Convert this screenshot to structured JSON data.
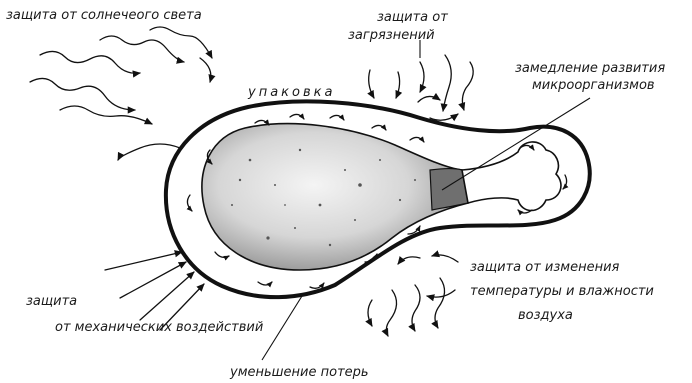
{
  "labels": {
    "sun": "защита от солнечеого света",
    "dirt": "защита от",
    "dirt2": "загрязнений",
    "micro": "замедление развития",
    "micro2": "микроорганизмов",
    "pack": "упаковка",
    "mech": "защита",
    "mech2": "от механических воздействий",
    "loss": "уменьшение потерь",
    "temp": "защита от изменения",
    "temp2": "температуры и влажности",
    "temp3": "воздуха"
  },
  "colors": {
    "ink": "#111111",
    "meat_light": "#f2f2f2",
    "meat_dark": "#8a8a8a",
    "bone": "#ffffff"
  }
}
